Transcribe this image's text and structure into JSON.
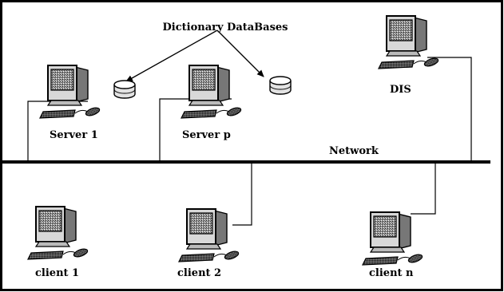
{
  "diagram": {
    "annotation": "Dictionary DataBases",
    "network_label": "Network",
    "nodes": {
      "server_1": "Server 1",
      "server_p": "Server p",
      "dis": "DIS",
      "client_1": "client 1",
      "client_2": "client 2",
      "client_n": "client n"
    }
  },
  "icons": {
    "workstation": "computer-workstation-icon",
    "database": "database-cylinder-icon"
  }
}
